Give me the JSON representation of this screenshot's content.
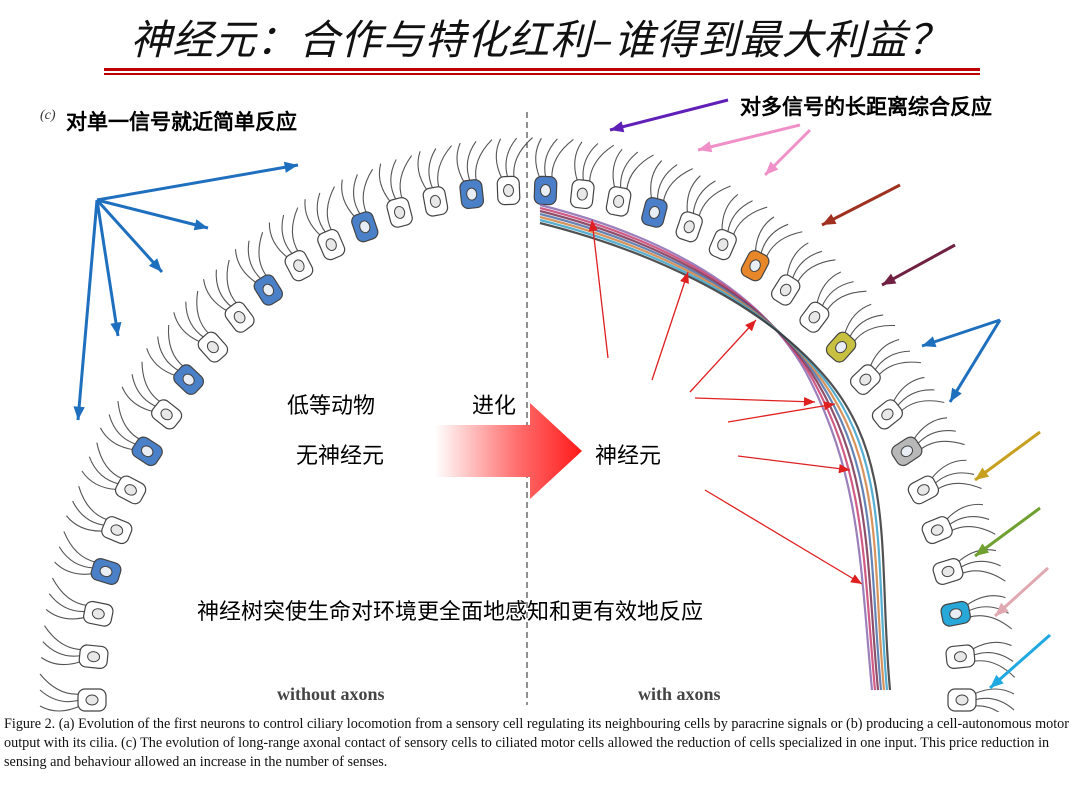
{
  "title": "神经元：合作与特化红利–谁得到最大利益？",
  "panel_letter": "(c)",
  "left_heading": "对单一信号就近简单反应",
  "right_heading": "对多信号的长距离综合反应",
  "center_labels": {
    "lower_animals": "低等动物",
    "evolution": "进化",
    "no_neurons": "无神经元",
    "neurons": "神经元",
    "summary": "神经树突使生命对环境更全面地感知和更有效地反应"
  },
  "panel_labels": {
    "without": "without axons",
    "with": "with axons"
  },
  "caption": "Figure 2. (a) Evolution of the first neurons to control ciliary locomotion from a sensory cell regulating its neighbouring cells by paracrine signals or (b) producing a cell-autonomous motor output with its cilia. (c) The evolution of long-range axonal contact of sensory cells to ciliated motor cells allowed the reduction of cells specialized in one input. This price reduction in sensing and behaviour allowed an increase in the number of senses.",
  "colors": {
    "title_rule": "#c00000",
    "blue_cell": "#4a80c8",
    "red_arrows": "#e02020",
    "blue_arrows": "#1f6fbf",
    "big_arrow": "#ff2a2a",
    "sensory_cells": [
      "#8a6ab0",
      "#d6508e",
      "#e06a9c",
      "#d8323a",
      "#8a2040",
      "#4a7ec8",
      "#4a7ec8",
      "#e8872a",
      "#c8c040",
      "#b8b8b8",
      "#28a8d8"
    ]
  }
}
